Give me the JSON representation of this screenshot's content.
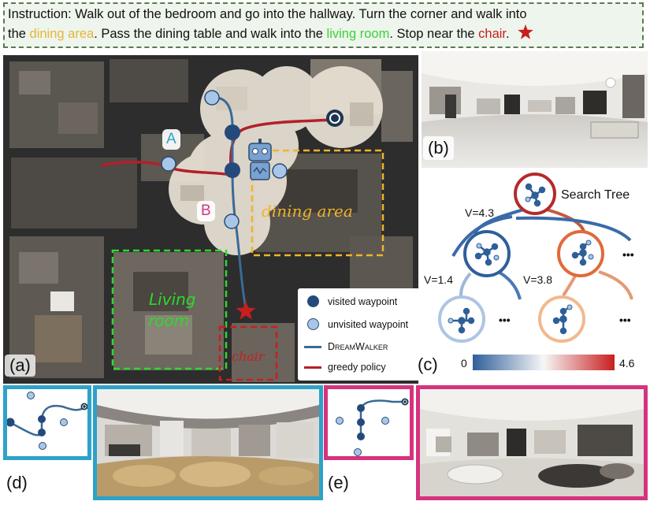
{
  "instruction": {
    "prefix": "Instruction:",
    "part1": " Walk out of the bedroom and go into the hallway. Turn the corner and walk into",
    "part2a": "the ",
    "dining": "dining area",
    "part2b": ". Pass the dining table and walk into the ",
    "living": "living room",
    "part2c": ". Stop near the ",
    "chair": "chair",
    "part2d": ".",
    "star_color": "#c81e1e"
  },
  "panel_a": {
    "tag": "(a)",
    "label_a": "A",
    "label_b": "B",
    "region_dining": "dining area",
    "region_living_line1": "Living",
    "region_living_line2": "room",
    "region_chair": "chair",
    "colors": {
      "dining": "#f0b429",
      "living": "#2ed82e",
      "chair": "#c81e1e",
      "dreamwalker": "#3a6a96",
      "greedy": "#b3202a"
    },
    "legend": {
      "visited": "visited waypoint",
      "unvisited": "unvisited waypoint",
      "dreamwalker": "DreamWalker",
      "greedy": "greedy policy"
    }
  },
  "panel_b": {
    "tag": "(b)"
  },
  "panel_c": {
    "tag": "(c)",
    "title": "Search Tree",
    "value_root": "V=4.3",
    "value_left": "V=1.4",
    "value_right": "V=3.8",
    "ellipsis": "•••",
    "colorbar_min": "0",
    "colorbar_max": "4.6",
    "colorbar_colors": [
      "#2f5f9a",
      "#f7f7f7",
      "#c81e1e"
    ]
  },
  "panel_d": {
    "tag": "(d)",
    "border_color": "#2ea2c8"
  },
  "panel_e": {
    "tag": "(e)",
    "border_color": "#d6337f"
  }
}
